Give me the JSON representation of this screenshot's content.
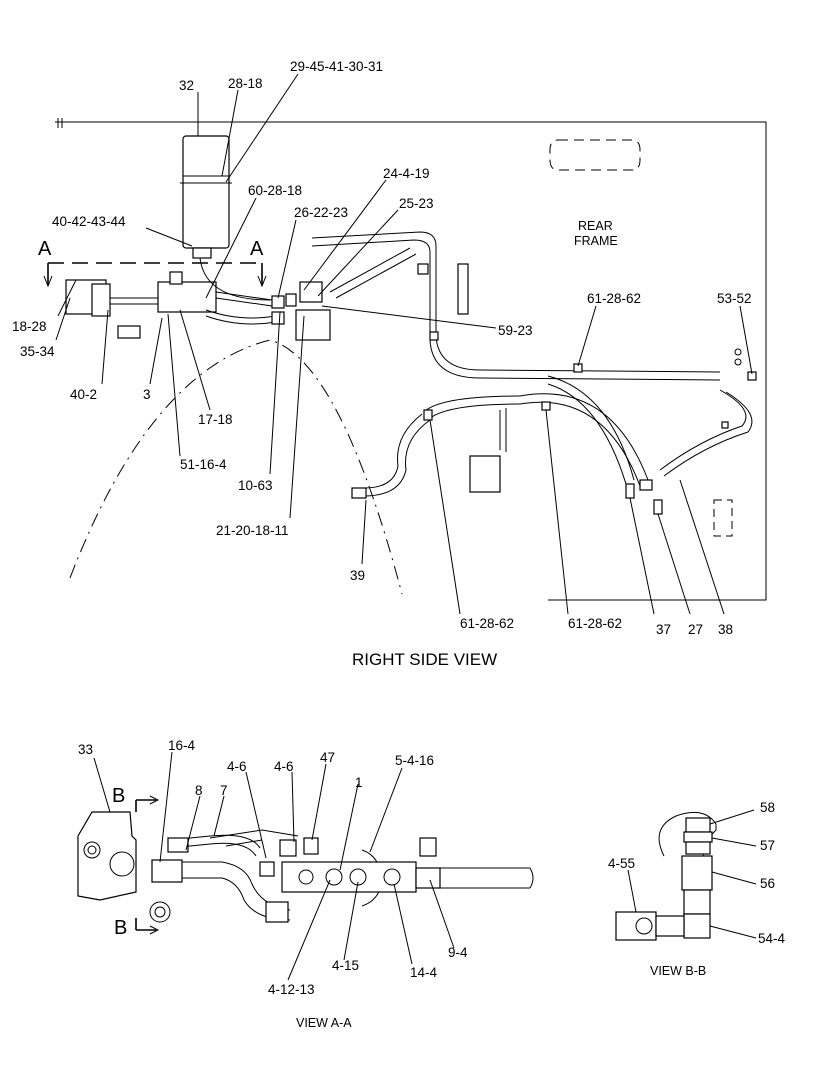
{
  "titles": {
    "right_side_view": "RIGHT SIDE VIEW",
    "view_aa": "VIEW  A-A",
    "view_bb": "VIEW  B-B",
    "rear_frame_1": "REAR",
    "rear_frame_2": "FRAME"
  },
  "section_markers": {
    "a_left": "A",
    "a_right": "A",
    "b_top": "B",
    "b_bottom": "B"
  },
  "callouts_main": [
    "32",
    "28-18",
    "29-45-41-30-31",
    "60-28-18",
    "24-4-19",
    "26-22-23",
    "25-23",
    "40-42-43-44",
    "18-28",
    "35-34",
    "40-2",
    "3",
    "17-18",
    "51-16-4",
    "10-63",
    "21-20-18-11",
    "59-23",
    "61-28-62",
    "53-52",
    "39",
    "61-28-62",
    "61-28-62",
    "37",
    "27",
    "38"
  ],
  "callouts_view_aa": [
    "33",
    "16-4",
    "8",
    "7",
    "4-6",
    "4-6",
    "47",
    "1",
    "5-4-16",
    "4-12-13",
    "4-15",
    "14-4",
    "9-4"
  ],
  "callouts_view_bb": [
    "58",
    "57",
    "56",
    "4-55",
    "54-4"
  ]
}
